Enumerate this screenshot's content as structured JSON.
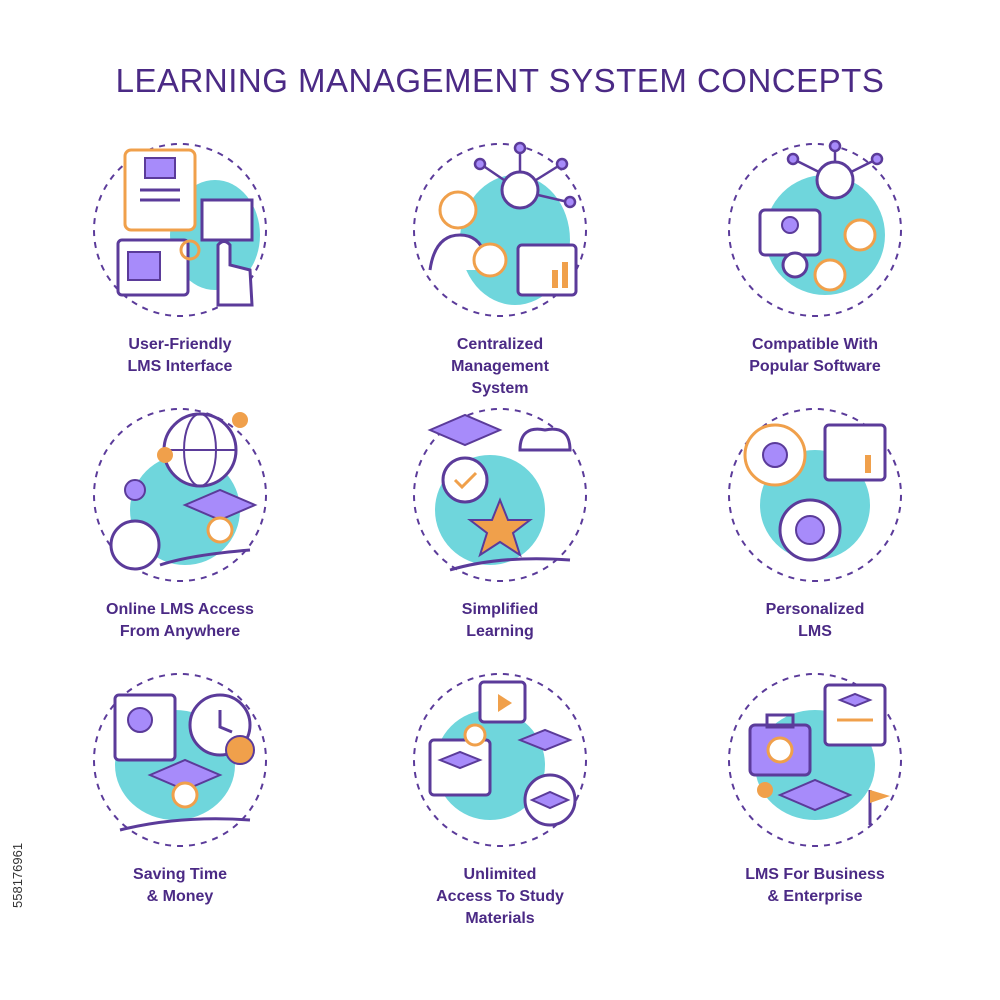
{
  "title": "LEARNING MANAGEMENT SYSTEM CONCEPTS",
  "stock_id": "558176961",
  "colors": {
    "text": "#4b2a85",
    "stroke": "#5b3b9a",
    "accent": "#f0a04b",
    "fill": "#6fd6dc",
    "soft": "#a78bfa"
  },
  "concepts": [
    {
      "lines": [
        "User-Friendly",
        "LMS Interface"
      ],
      "icon": "user-interface-icon"
    },
    {
      "lines": [
        "Centralized",
        "Management",
        "System"
      ],
      "icon": "centralized-network-icon"
    },
    {
      "lines": [
        "Compatible With",
        "Popular Software"
      ],
      "icon": "compatible-software-icon"
    },
    {
      "lines": [
        "Online LMS Access",
        "From Anywhere"
      ],
      "icon": "online-access-globe-icon"
    },
    {
      "lines": [
        "Simplified",
        "Learning"
      ],
      "icon": "simplified-learning-icon"
    },
    {
      "lines": [
        "Personalized",
        "LMS"
      ],
      "icon": "personalized-lms-icon"
    },
    {
      "lines": [
        "Saving Time",
        "& Money"
      ],
      "icon": "saving-time-money-icon"
    },
    {
      "lines": [
        "Unlimited",
        "Access To Study",
        "Materials"
      ],
      "icon": "study-materials-icon"
    },
    {
      "lines": [
        "LMS For Business",
        "& Enterprise"
      ],
      "icon": "business-enterprise-icon"
    }
  ]
}
